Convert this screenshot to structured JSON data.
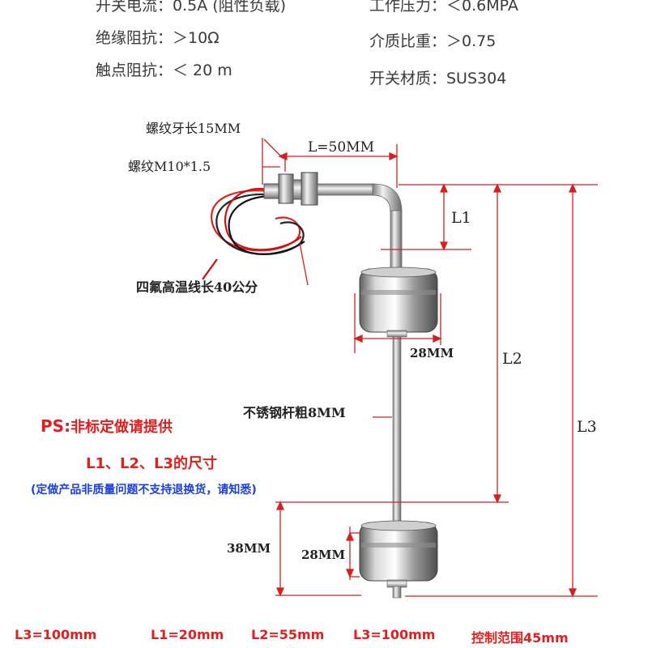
{
  "specs": {
    "left": [
      "开关电流：0.5A (阻性负载)",
      "绝缘阻抗：＞10Ω",
      "触点阻抗：＜ 20 m"
    ],
    "right": [
      "工作压力：＜0.6MPA",
      "介质比重：＞0.75",
      "开关材质：SUS304"
    ]
  },
  "diagram": {
    "thread_length": "螺纹牙长15MM",
    "thread_size": "螺纹M10*1.5",
    "horizontal_length": "L=50MM",
    "wire": "四氟高温线长40公分",
    "float_diameter_top": "28MM",
    "rod": "不锈钢杆粗8MM",
    "float_height": "38MM",
    "float_diameter_bottom": "28MM",
    "l1": "L1",
    "l2": "L2",
    "l3": "L3"
  },
  "notice": {
    "ps_prefix": "PS:",
    "ps_text": "非标定做请提供",
    "dims_text": "L1、L2、L3的尺寸",
    "note": "(定做产品非质量问题不支持退换货，请知悉)"
  },
  "footer": {
    "items": [
      "L3=100mm",
      "L1=20mm",
      "L2=55mm",
      "L3=100mm",
      "控制范围45mm"
    ]
  },
  "colors": {
    "dimension_line": "#d42020",
    "steel": "#b8b8b8",
    "notice_red": "#e02020",
    "notice_blue": "#1a3fd6"
  }
}
